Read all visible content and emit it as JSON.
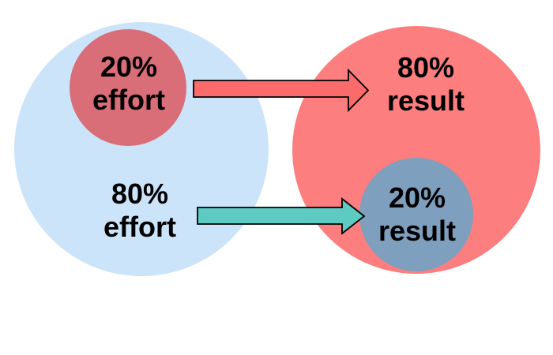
{
  "colors": {
    "background": "#ffffff",
    "effort_circle": "#cce4fa",
    "small_effort_circle": "#d96d78",
    "result_circle": "#fc7e7e",
    "small_result_circle": "#7e9fbd",
    "arrow_top": "#fb6b6b",
    "arrow_bottom": "#5dcbc2",
    "arrow_outline": "#000000",
    "text": "#000000"
  },
  "labels": {
    "small_effort": {
      "line1": "20%",
      "line2": "effort"
    },
    "big_result": {
      "line1": "80%",
      "line2": "result"
    },
    "big_effort": {
      "line1": "80%",
      "line2": "effort"
    },
    "small_result": {
      "line1": "20%",
      "line2": "result"
    }
  }
}
